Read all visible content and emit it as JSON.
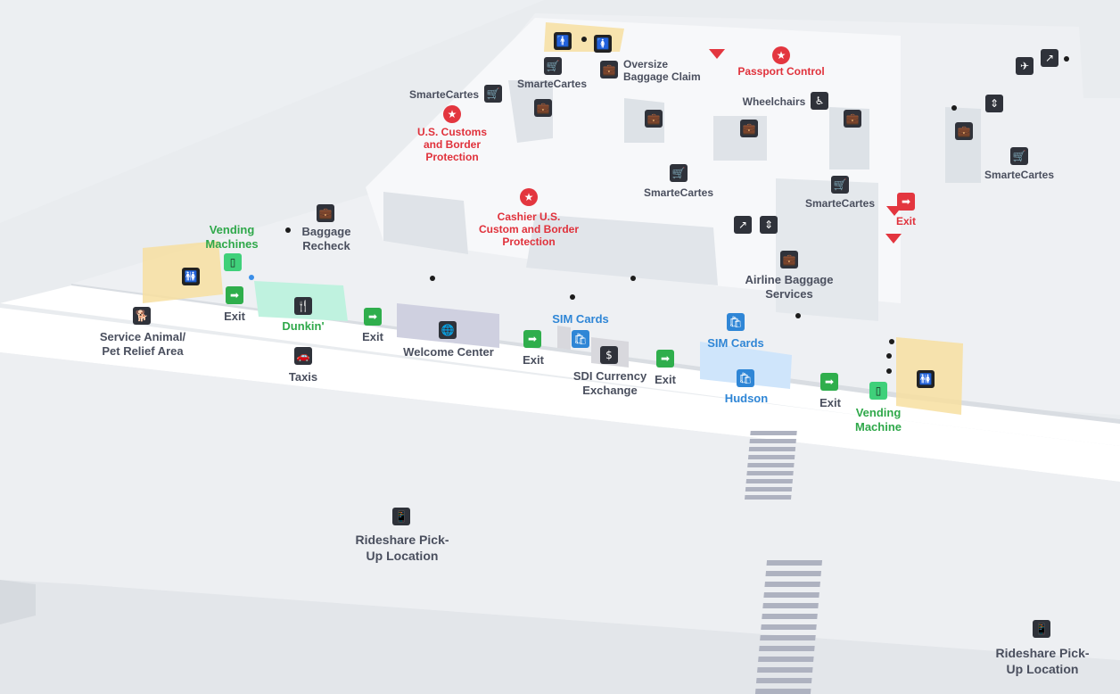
{
  "map": {
    "labels": {
      "vending_machines": "Vending\nMachines",
      "baggage_recheck": "Baggage\nRecheck",
      "exit_1": "Exit",
      "dunkin": "Dunkin'",
      "exit_2": "Exit",
      "service_animal": "Service Animal/\nPet Relief Area",
      "taxis": "Taxis",
      "welcome_center": "Welcome Center",
      "exit_3": "Exit",
      "sim_cards_1": "SIM Cards",
      "sdi_currency": "SDI Currency\nExchange",
      "exit_4": "Exit",
      "sim_cards_2": "SIM Cards",
      "hudson": "Hudson",
      "exit_5": "Exit",
      "vending_machine": "Vending\nMachine",
      "rideshare_1": "Rideshare Pick-\nUp Location",
      "rideshare_2": "Rideshare Pick-\nUp Location",
      "smartecartes_1": "SmarteCartes",
      "smartecartes_2": "SmarteCartes",
      "smartecartes_3": "SmarteCartes",
      "smartecartes_4": "SmarteCartes",
      "smartecartes_5": "SmarteCartes",
      "oversize_baggage": "Oversize\nBaggage Claim",
      "passport_control": "Passport Control",
      "wheelchairs": "Wheelchairs",
      "us_customs": "U.S. Customs\nand Border\nProtection",
      "cashier_customs": "Cashier U.S.\nCustom and Border\nProtection",
      "exit_6": "Exit",
      "airline_baggage": "Airline Baggage\nServices"
    },
    "icons": {
      "exit": "exit-door-icon",
      "restroom": "restroom-icon",
      "vending": "vending-icon",
      "food": "fork-knife-icon",
      "pet": "dog-icon",
      "taxi": "car-icon",
      "info": "info-globe-icon",
      "currency": "currency-exchange-icon",
      "shop": "shopping-bag-icon",
      "rideshare": "phone-car-icon",
      "luggage": "luggage-icon",
      "cart": "cart-icon",
      "customs": "badge-star-icon",
      "wheelchair": "wheelchair-icon",
      "escalator": "escalator-icon",
      "elevator": "elevator-icon",
      "arrival": "plane-arrival-icon"
    },
    "colors": {
      "background": "#e9ecef",
      "walkway": "#ffffff",
      "building": "#dfe3e8",
      "restroom_area": "#f7dfa0",
      "exit_green": "#2fae4c",
      "customs_red": "#e3363f",
      "shop_blue": "#2f86d6",
      "label_gray": "#4a4f5e"
    }
  }
}
